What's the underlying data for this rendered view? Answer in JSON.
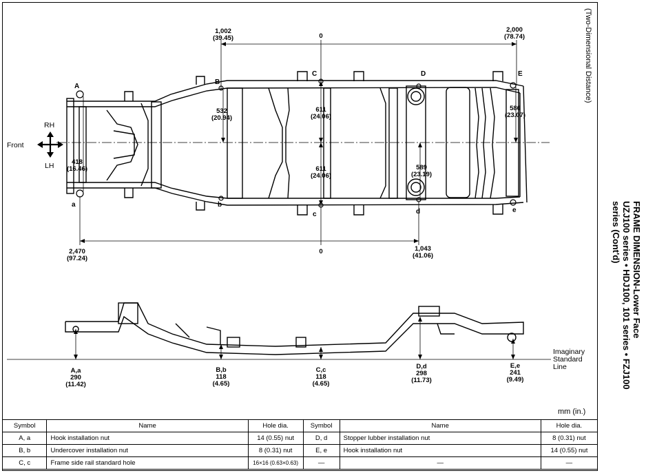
{
  "side_title": {
    "line1": "FRAME DIMENSION-Lower Face",
    "line2": "UZJ100 series • HDJ100, 101 series • FZJ100",
    "line3": "series (Cont'd)"
  },
  "subtitle": "(Two-Dimensional  Distance)",
  "unit_note": "mm (in.)",
  "direction": {
    "front": "Front",
    "rh": "RH",
    "lh": "LH"
  },
  "top_points": {
    "A": "A",
    "B": "B",
    "C": "C",
    "D": "D",
    "E": "E",
    "a": "a",
    "b": "b",
    "c": "c",
    "d": "d",
    "e": "e"
  },
  "top_dims": {
    "top_left": {
      "mm": "1,002",
      "in": "(39.45)"
    },
    "top_zero": "0",
    "top_right": {
      "mm": "2,000",
      "in": "(78.74)"
    },
    "bottom_left": {
      "mm": "2,470",
      "in": "(97.24)"
    },
    "bottom_zero": "0",
    "bottom_right": {
      "mm": "1,043",
      "in": "(41.06)"
    },
    "width_a": {
      "mm": "418",
      "in": "(16.46)"
    },
    "width_b": {
      "mm": "532",
      "in": "(20.94)"
    },
    "width_c_upper": {
      "mm": "611",
      "in": "(24.06)"
    },
    "width_c_lower": {
      "mm": "611",
      "in": "(24.06)"
    },
    "width_d": {
      "mm": "589",
      "in": "(23.19)"
    },
    "width_e": {
      "mm": "586",
      "in": "(23.07)"
    }
  },
  "side_view": {
    "imaginary_line": [
      "Imaginary",
      "Standard",
      "Line"
    ],
    "points": [
      {
        "label": "A,a",
        "mm": "290",
        "in": "(11.42)"
      },
      {
        "label": "B,b",
        "mm": "118",
        "in": "(4.65)"
      },
      {
        "label": "C,c",
        "mm": "118",
        "in": "(4.65)"
      },
      {
        "label": "D,d",
        "mm": "298",
        "in": "(11.73)"
      },
      {
        "label": "E,e",
        "mm": "241",
        "in": "(9.49)"
      }
    ]
  },
  "table": {
    "headers": [
      "Symbol",
      "Name",
      "Hole dia.",
      "Symbol",
      "Name",
      "Hole dia."
    ],
    "rows": [
      [
        "A, a",
        "Hook installation nut",
        "14 (0.55) nut",
        "D, d",
        "Stopper lubber installation nut",
        "8 (0.31) nut"
      ],
      [
        "B, b",
        "Undercover installation nut",
        "8 (0.31) nut",
        "E, e",
        "Hook installation nut",
        "14 (0.55) nut"
      ],
      [
        "C, c",
        "Frame side rail standard hole",
        "16×16 (0.63×0.63)",
        "—",
        "—",
        "—"
      ]
    ]
  },
  "colors": {
    "ink": "#000000",
    "frame_fill": "#ffffff",
    "shade": "#d8d8d8"
  }
}
